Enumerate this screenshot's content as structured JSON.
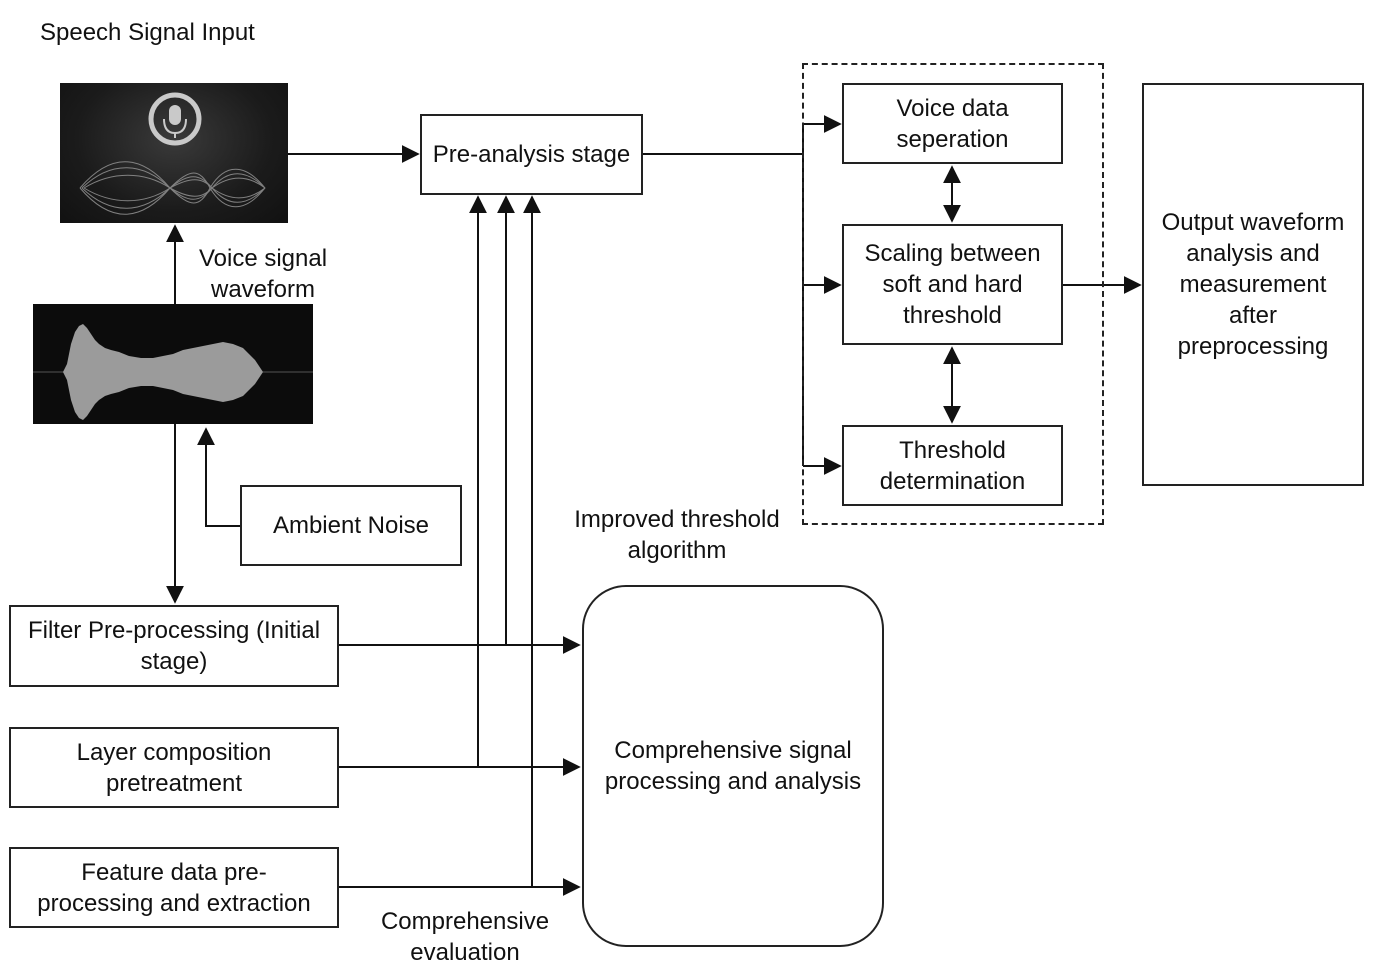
{
  "labels": {
    "speech_input": "Speech Signal Input",
    "voice_waveform": "Voice signal\nwaveform",
    "improved_threshold": "Improved threshold\nalgorithm",
    "comprehensive_eval": "Comprehensive\nevaluation"
  },
  "boxes": {
    "pre_analysis": "Pre-analysis stage",
    "voice_separation": "Voice data\nseperation",
    "scaling": "Scaling between\nsoft and hard\nthreshold",
    "threshold_det": "Threshold\ndetermination",
    "output": "Output waveform\nanalysis and\nmeasurement\nafter\npreprocessing",
    "ambient_noise": "Ambient Noise",
    "filter_pre": "Filter Pre-processing (Initial\nstage)",
    "layer_comp": "Layer composition\npretreatment",
    "feature_data": "Feature data pre-\nprocessing and extraction",
    "comprehensive_signal": "Comprehensive signal\nprocessing and analysis"
  },
  "icons": {
    "mic": "microphone-icon",
    "waveform": "waveform-image"
  }
}
